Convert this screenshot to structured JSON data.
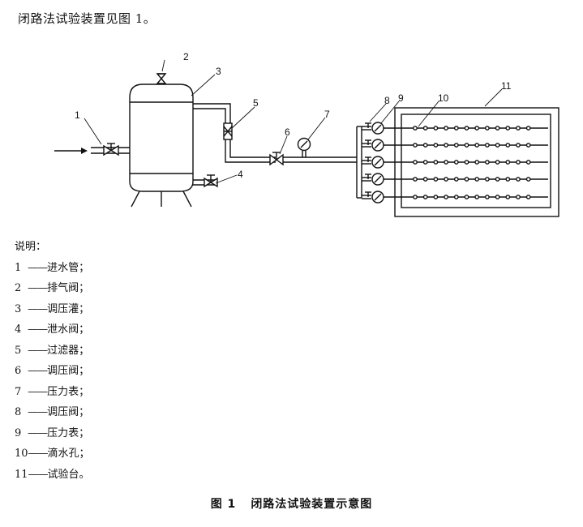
{
  "intro": "闭路法试验装置见图 1。",
  "callouts": [
    "1",
    "2",
    "3",
    "4",
    "5",
    "6",
    "7",
    "8",
    "9",
    "10",
    "11"
  ],
  "legend": {
    "title": "说明：",
    "dash": "——",
    "items": [
      {
        "num": "1",
        "label": "进水管；"
      },
      {
        "num": "2",
        "label": "排气阀；"
      },
      {
        "num": "3",
        "label": "调压灌；"
      },
      {
        "num": "4",
        "label": "泄水阀；"
      },
      {
        "num": "5",
        "label": "过滤器；"
      },
      {
        "num": "6",
        "label": "调压阀；"
      },
      {
        "num": "7",
        "label": "压力表；"
      },
      {
        "num": "8",
        "label": "调压阀；"
      },
      {
        "num": "9",
        "label": "压力表；"
      },
      {
        "num": "10",
        "label": "滴水孔；"
      },
      {
        "num": "11",
        "label": "试验台。"
      }
    ]
  },
  "caption": {
    "figure": "图 1",
    "title": "闭路法试验装置示意图"
  }
}
